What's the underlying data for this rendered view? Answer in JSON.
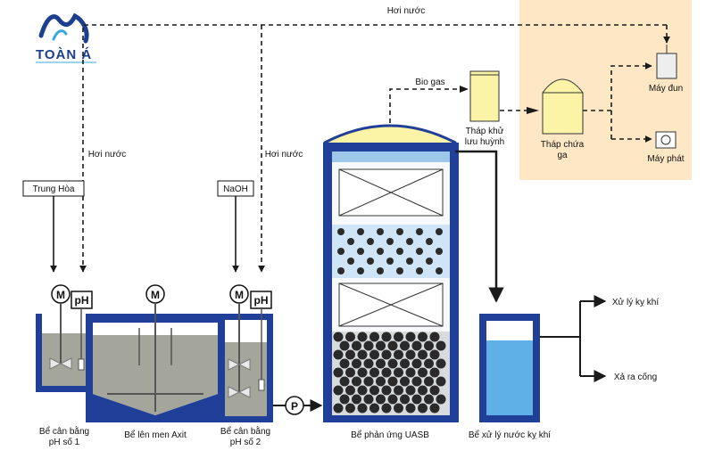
{
  "logo": {
    "text": "TOÀN Á"
  },
  "colors": {
    "tank_wall": "#1f3f98",
    "sludge": "#a4a59b",
    "water_blue": "#5fb0e6",
    "gas_yellow": "#fbf4a6",
    "gas_zone": "#fde7c5",
    "pipe": "#1a1a1a"
  },
  "labels": {
    "hoi_nuoc_top": "Hơi nước",
    "hoi_nuoc_left": "Hơi nước",
    "hoi_nuoc_mid": "Hơi nước",
    "trung_hoa": "Trung Hòa",
    "naoh": "NaOH",
    "bio_gas": "Bio gas",
    "thap_khu_1": "Tháp khử",
    "thap_khu_2": "lưu huỳnh",
    "thap_chua_1": "Tháp chứa",
    "thap_chua_2": "ga",
    "may_dun": "Máy đun",
    "may_phat": "Máy phát",
    "xu_ly_ky_khi": "Xử lý kỵ khí",
    "xa_ra_cong": "Xả ra cống",
    "motor": "M",
    "ph": "pH",
    "pump": "P",
    "be_can_bang_1a": "Bể cân bằng",
    "be_can_bang_1b": "pH số 1",
    "be_len_men": "Bể lên men Axit",
    "be_can_bang_2a": "Bể cân bằng",
    "be_can_bang_2b": "pH số 2",
    "be_uasb": "Bể phản ứng UASB",
    "be_xu_ly": "Bể xử lý nước kỵ khí"
  }
}
